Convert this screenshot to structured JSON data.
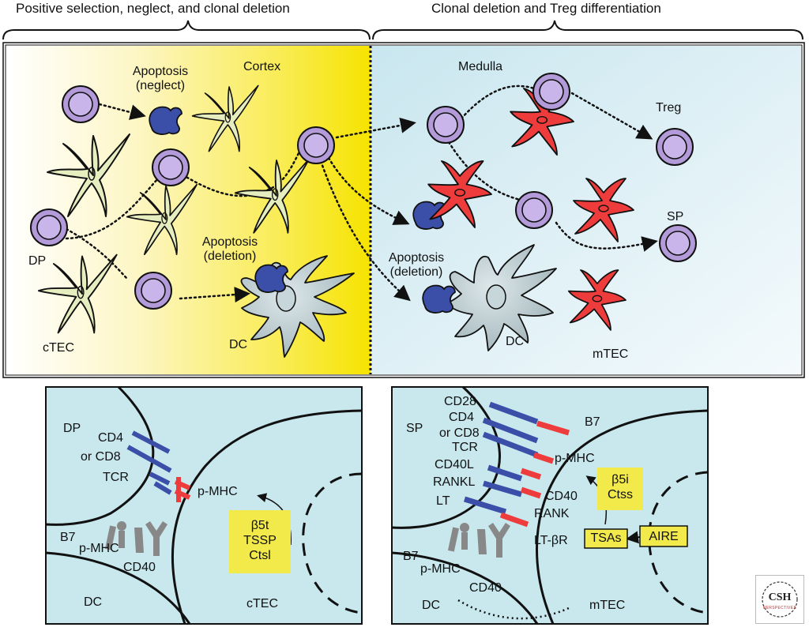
{
  "headers": {
    "left": "Positive selection, neglect, and clonal deletion",
    "right": "Clonal deletion and Treg differentiation"
  },
  "top_panel": {
    "cortex": "Cortex",
    "medulla": "Medulla",
    "apoptosis_neglect_1": "Apoptosis",
    "apoptosis_neglect_2": "(neglect)",
    "apoptosis_deletion_cortex_1": "Apoptosis",
    "apoptosis_deletion_cortex_2": "(deletion)",
    "apoptosis_deletion_medulla_1": "Apoptosis",
    "apoptosis_deletion_medulla_2": "(deletion)",
    "dp": "DP",
    "ctec": "cTEC",
    "dc_cortex": "DC",
    "dc_medulla": "DC",
    "treg": "Treg",
    "sp": "SP",
    "mtec": "mTEC"
  },
  "bottom_left": {
    "dp": "DP",
    "cd4": "CD4",
    "or_cd8": "or CD8",
    "tcr": "TCR",
    "p_mhc": "p-MHC",
    "b7": "B7",
    "p_mhc_dc": "p-MHC",
    "cd40": "CD40",
    "dc": "DC",
    "ctec": "cTEC",
    "proteases": [
      "β5t",
      "TSSP",
      "Ctsl"
    ]
  },
  "bottom_right": {
    "sp": "SP",
    "cd28": "CD28",
    "cd4": "CD4",
    "or_cd8": "or CD8",
    "tcr": "TCR",
    "cd40l": "CD40L",
    "rankl": "RANKL",
    "lt": "LT",
    "b7": "B7",
    "p_mhc": "p-MHC",
    "cd40": "CD40",
    "rank": "RANK",
    "lt_br": "LT-βR",
    "proteases": [
      "β5i",
      "Ctss"
    ],
    "tsas": "TSAs",
    "aire": "AIRE",
    "b7_dc": "B7",
    "p_mhc_dc": "p-MHC",
    "cd40_dc": "CD40",
    "dc": "DC",
    "mtec": "mTEC"
  },
  "logo": {
    "text": "CSH",
    "sub": "PERSPECTIVES"
  },
  "colors": {
    "cortex_yellow": "#f7e81a",
    "medulla_blue": "#cfe9f1",
    "panel_blue": "#c8e8ee",
    "thymocyte_purple": "#b49ad8",
    "ctec_green": "#e6eec0",
    "mtec_red": "#ee3b3b",
    "apoptotic_blue": "#3b4ea8",
    "dc_grey": "#b7c8cc",
    "label_box_yellow": "#f2ea4a"
  },
  "icons": [
    "thymocyte-icon",
    "ctec-icon",
    "mtec-icon",
    "dendritic-cell-icon",
    "apoptotic-cell-icon",
    "csh-logo-icon"
  ]
}
